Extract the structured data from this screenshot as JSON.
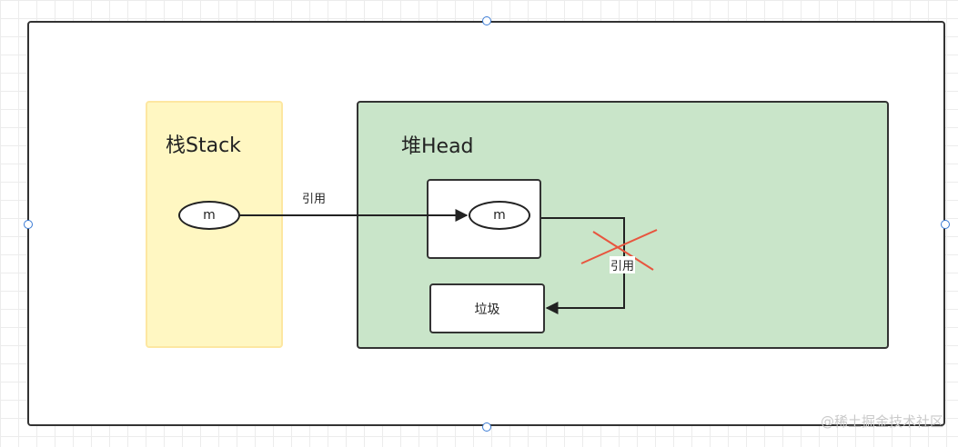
{
  "stack": {
    "title": "栈Stack",
    "ref_node": "m"
  },
  "heap": {
    "title": "堆Head",
    "object_node": "m",
    "garbage_label": "垃圾"
  },
  "edges": {
    "stack_to_heap_label": "引用",
    "removed_reference_label": "引用"
  },
  "colors": {
    "stack_fill": "#fff7c2",
    "heap_fill": "#c9e5c9",
    "cross_mark": "#e8553e"
  },
  "watermark": "@稀土掘金技术社区"
}
